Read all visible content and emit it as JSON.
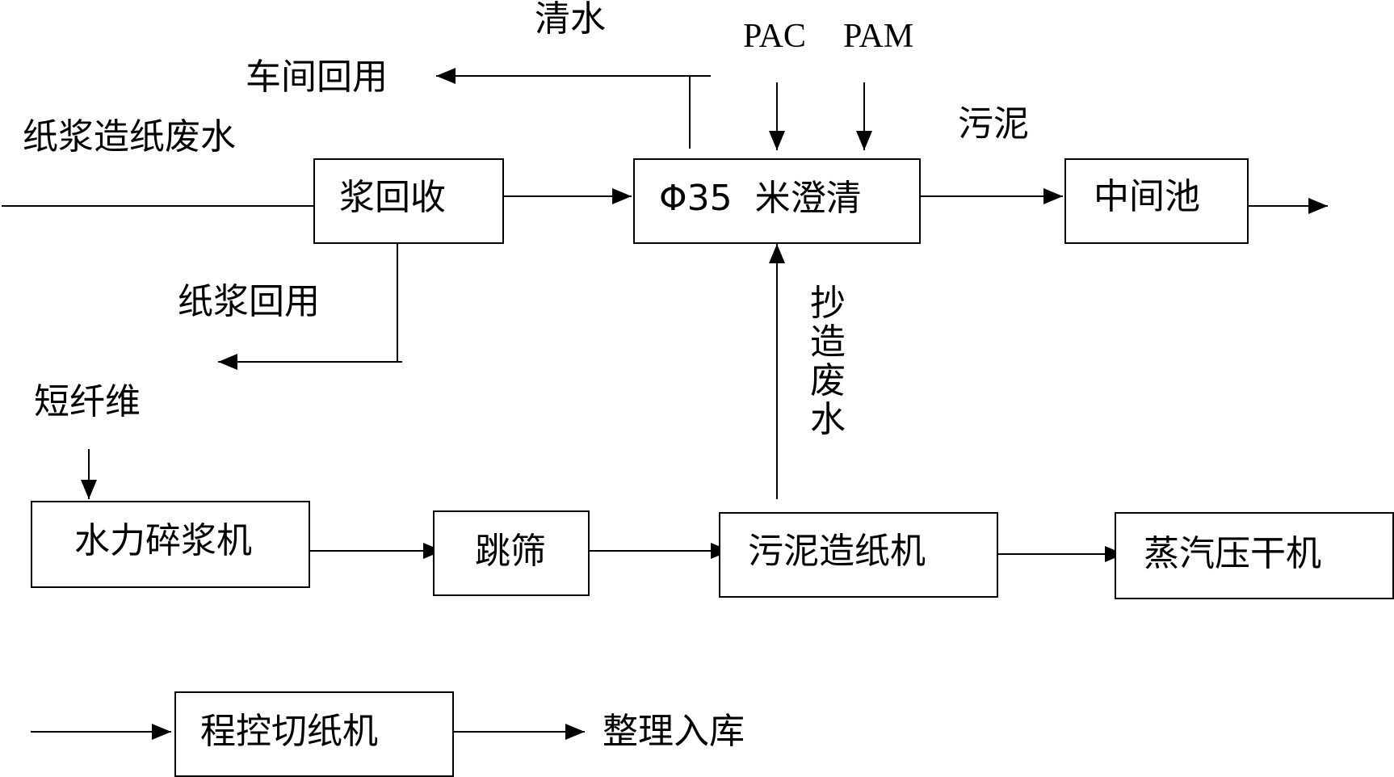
{
  "diagram": {
    "boxes": {
      "pulp_recovery": "浆回收",
      "clarifier": "Φ35  米澄清",
      "intermediate_tank": "中间池",
      "hydrapulper": "水力碎浆机",
      "jump_screen": "跳筛",
      "sludge_paper_machine": "污泥造纸机",
      "steam_dryer": "蒸汽压干机",
      "cutter": "程控切纸机"
    },
    "labels": {
      "clear_water": "清水",
      "workshop_reuse": "车间回用",
      "wastewater_input": "纸浆造纸废水",
      "pulp_reuse": "纸浆回用",
      "short_fiber": "短纤维",
      "pac": "PAC",
      "pam": "PAM",
      "sludge": "污泥",
      "papermaking_wastewater": "抄造废水",
      "finishing_storage": "整理入库"
    }
  }
}
